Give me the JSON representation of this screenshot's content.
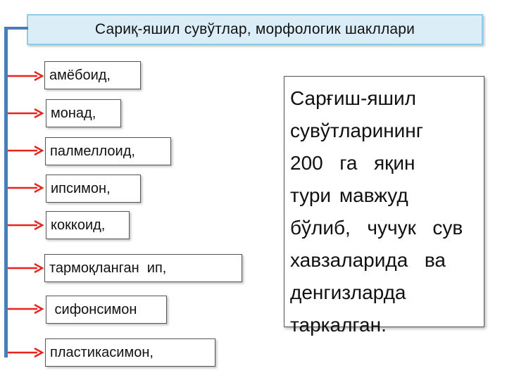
{
  "title": "Сариқ-яшил  сувўтлар,  морфологик  шакллари",
  "forms": [
    "амёбоид,",
    "монад,",
    "палмеллоид,",
    "ипсимон,",
    "коккоид,",
    "тармоқланган  ип,",
    " сифонсимон",
    "пластикасимон,"
  ],
  "info": {
    "lines": [
      "Сарғиш-яшил",
      "сувўтларининг",
      "200  га  яқин",
      "тури мавжуд",
      "бўлиб,  чучук  сув",
      "хавзаларида  ва",
      "денгизларда",
      "таркалган."
    ]
  },
  "colors": {
    "arrow": "#e8241c",
    "spine": "#4a7ebb",
    "title_fill": "#dbeef7",
    "title_border": "#8ecde6"
  }
}
